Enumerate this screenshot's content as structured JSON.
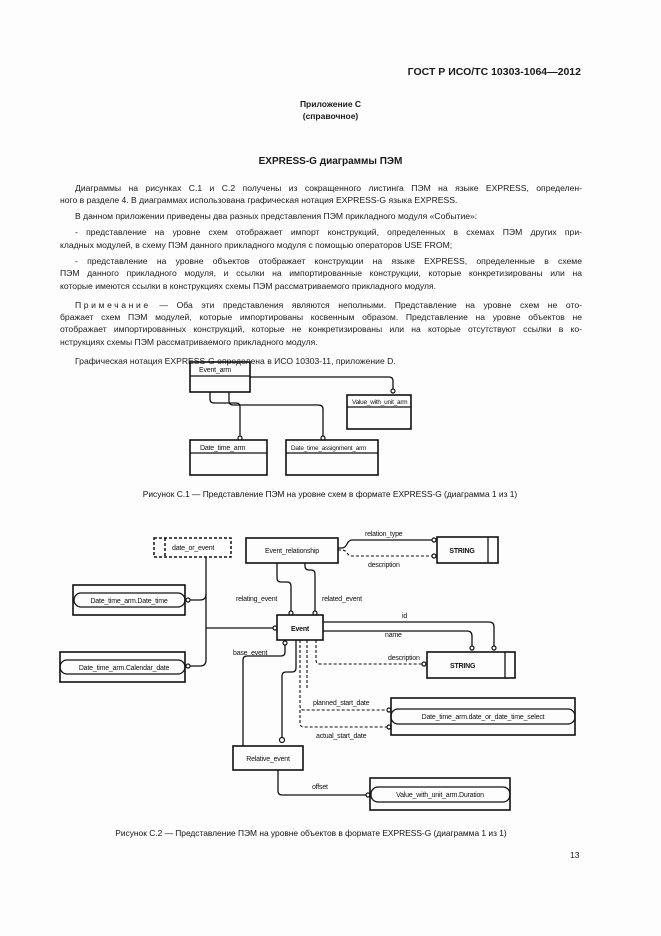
{
  "header": {
    "standard": "ГОСТ Р ИСО/ТС 10303-1064—2012"
  },
  "appendix": {
    "title": "Приложение С",
    "subtitle": "(справочное)"
  },
  "section_title": "EXPRESS-G диаграммы ПЭМ",
  "paragraphs": [
    {
      "lines": [
        "Диаграммы на рисунках С.1 и С.2 получены из сокращенного листинга ПЭМ на языке EXPRESS, определен-",
        "ного в разделе 4. В диаграммах использована графическая нотация EXPRESS-G языка EXPRESS."
      ]
    },
    {
      "lines": [
        "В данном приложении приведены два разных представления ПЭМ прикладного модуля «Событие»:"
      ]
    },
    {
      "lines": [
        "- представление на уровне схем отображает импорт конструкций, определенных в схемах ПЭМ других при-",
        "кладных модулей, в схему ПЭМ данного прикладного модуля с помощью операторов USE FROM;"
      ]
    },
    {
      "lines": [
        "- представление на уровне объектов отображает конструкции на языке EXPRESS, определенные в схеме",
        "ПЭМ данного прикладного модуля, и ссылки на импортированные конструкции, которые конкретизированы или на",
        "которые имеются ссылки в конструкциях схемы ПЭМ рассматриваемого прикладного модуля."
      ]
    }
  ],
  "note": {
    "label": "Примечание",
    "lines": [
      " — Оба эти представления являются неполными. Представление на уровне схем не ото-",
      "бражает схем ПЭМ модулей, которые импортированы косвенным образом. Представление на уровне объектов не",
      "отображает импортированных конструкций, которые не конкретизированы или на которые отсутствуют ссылки в ко-",
      "нструкциях схемы ПЭМ рассматриваемого прикладного модуля."
    ]
  },
  "final_paragraph": "Графическая нотация EXPRESS-G определена в ИСО 10303-11, приложение D.",
  "figure1": {
    "caption": "Рисунок  С.1 — Представление ПЭМ на уровне схем в формате EXPRESS-G (диаграмма 1 из 1)",
    "entities": {
      "event_arm": "Event_arm",
      "value_with_unit_arm": "Value_with_unit_arm",
      "date_time_arm": "Date_time_arm",
      "date_time_assignment_arm": "Date_time_assignment_arm"
    }
  },
  "figure2": {
    "caption": "Рисунок  С.2 — Представление ПЭМ на уровне объектов в формате EXPRESS-G (диаграмма 1 из 1)",
    "entities": {
      "date_or_event": "date_or_event",
      "event_relationship": "Event_relationship",
      "string1": "STRING",
      "string2": "STRING",
      "date_time": "Date_time_arm.Date_time",
      "calendar_date": "Date_time_arm.Calendar_date",
      "event": "Event",
      "date_select": "Date_time_arm.date_or_date_time_select",
      "relative_event": "Relative_event",
      "duration": "Value_with_unit_arm.Duration"
    },
    "attributes": {
      "relation_type": "relation_type",
      "er_description": "description",
      "relating_event": "relating_event",
      "related_event": "related_event",
      "id": "id",
      "name": "name",
      "description": "description",
      "base_event": "base_event",
      "planned_start_date": "planned_start_date",
      "actual_start_date": "actual_start_date",
      "offset": "offset"
    }
  },
  "page_number": "13"
}
